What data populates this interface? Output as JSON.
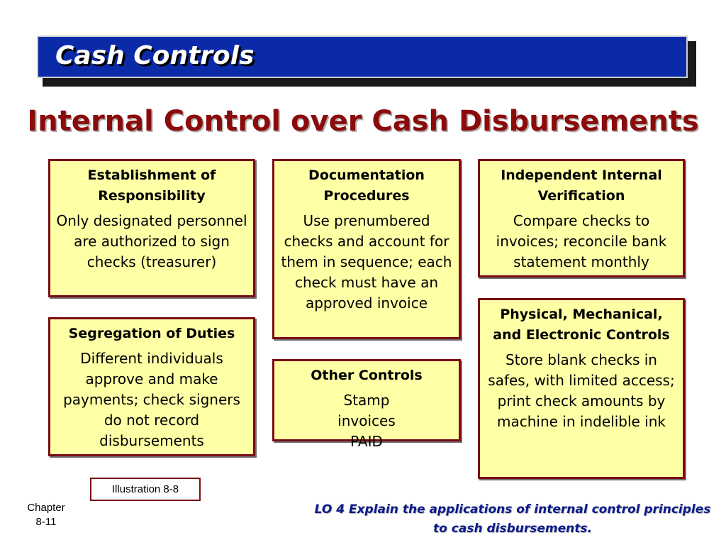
{
  "slide": {
    "banner_title": "Cash Controls",
    "title": "Internal Control over Cash Disbursements"
  },
  "boxes": [
    {
      "heading": "Establishment of Responsibility",
      "body": "Only designated personnel are authorized to sign checks (treasurer)"
    },
    {
      "heading": "Documentation Procedures",
      "body": "Use prenumbered checks and account for them in sequence; each check must have an approved invoice"
    },
    {
      "heading": "Independent Internal Verification",
      "body": "Compare checks to invoices; reconcile bank statement monthly"
    },
    {
      "heading": "Segregation of Duties",
      "body": "Different individuals approve and make payments; check signers do not record disbursements"
    },
    {
      "heading": "Other Controls",
      "body": "Stamp invoices PAID"
    },
    {
      "heading": "Physical, Mechanical, and Electronic Controls",
      "body": "Store blank checks in safes, with limited access; print check amounts by machine in indelible ink"
    }
  ],
  "illustration_label": "Illustration 8-8",
  "footer": {
    "chapter_label": "Chapter",
    "chapter_number": "8-11",
    "learning_objective": "LO 4 Explain the applications of internal control principles to cash disbursements."
  },
  "colors": {
    "banner_background": "#0a2aa8",
    "title_color": "#8b0a0a",
    "box_fill": "#ffffa6",
    "box_border": "#7b0c14",
    "lo_text": "#0a1a8c"
  }
}
